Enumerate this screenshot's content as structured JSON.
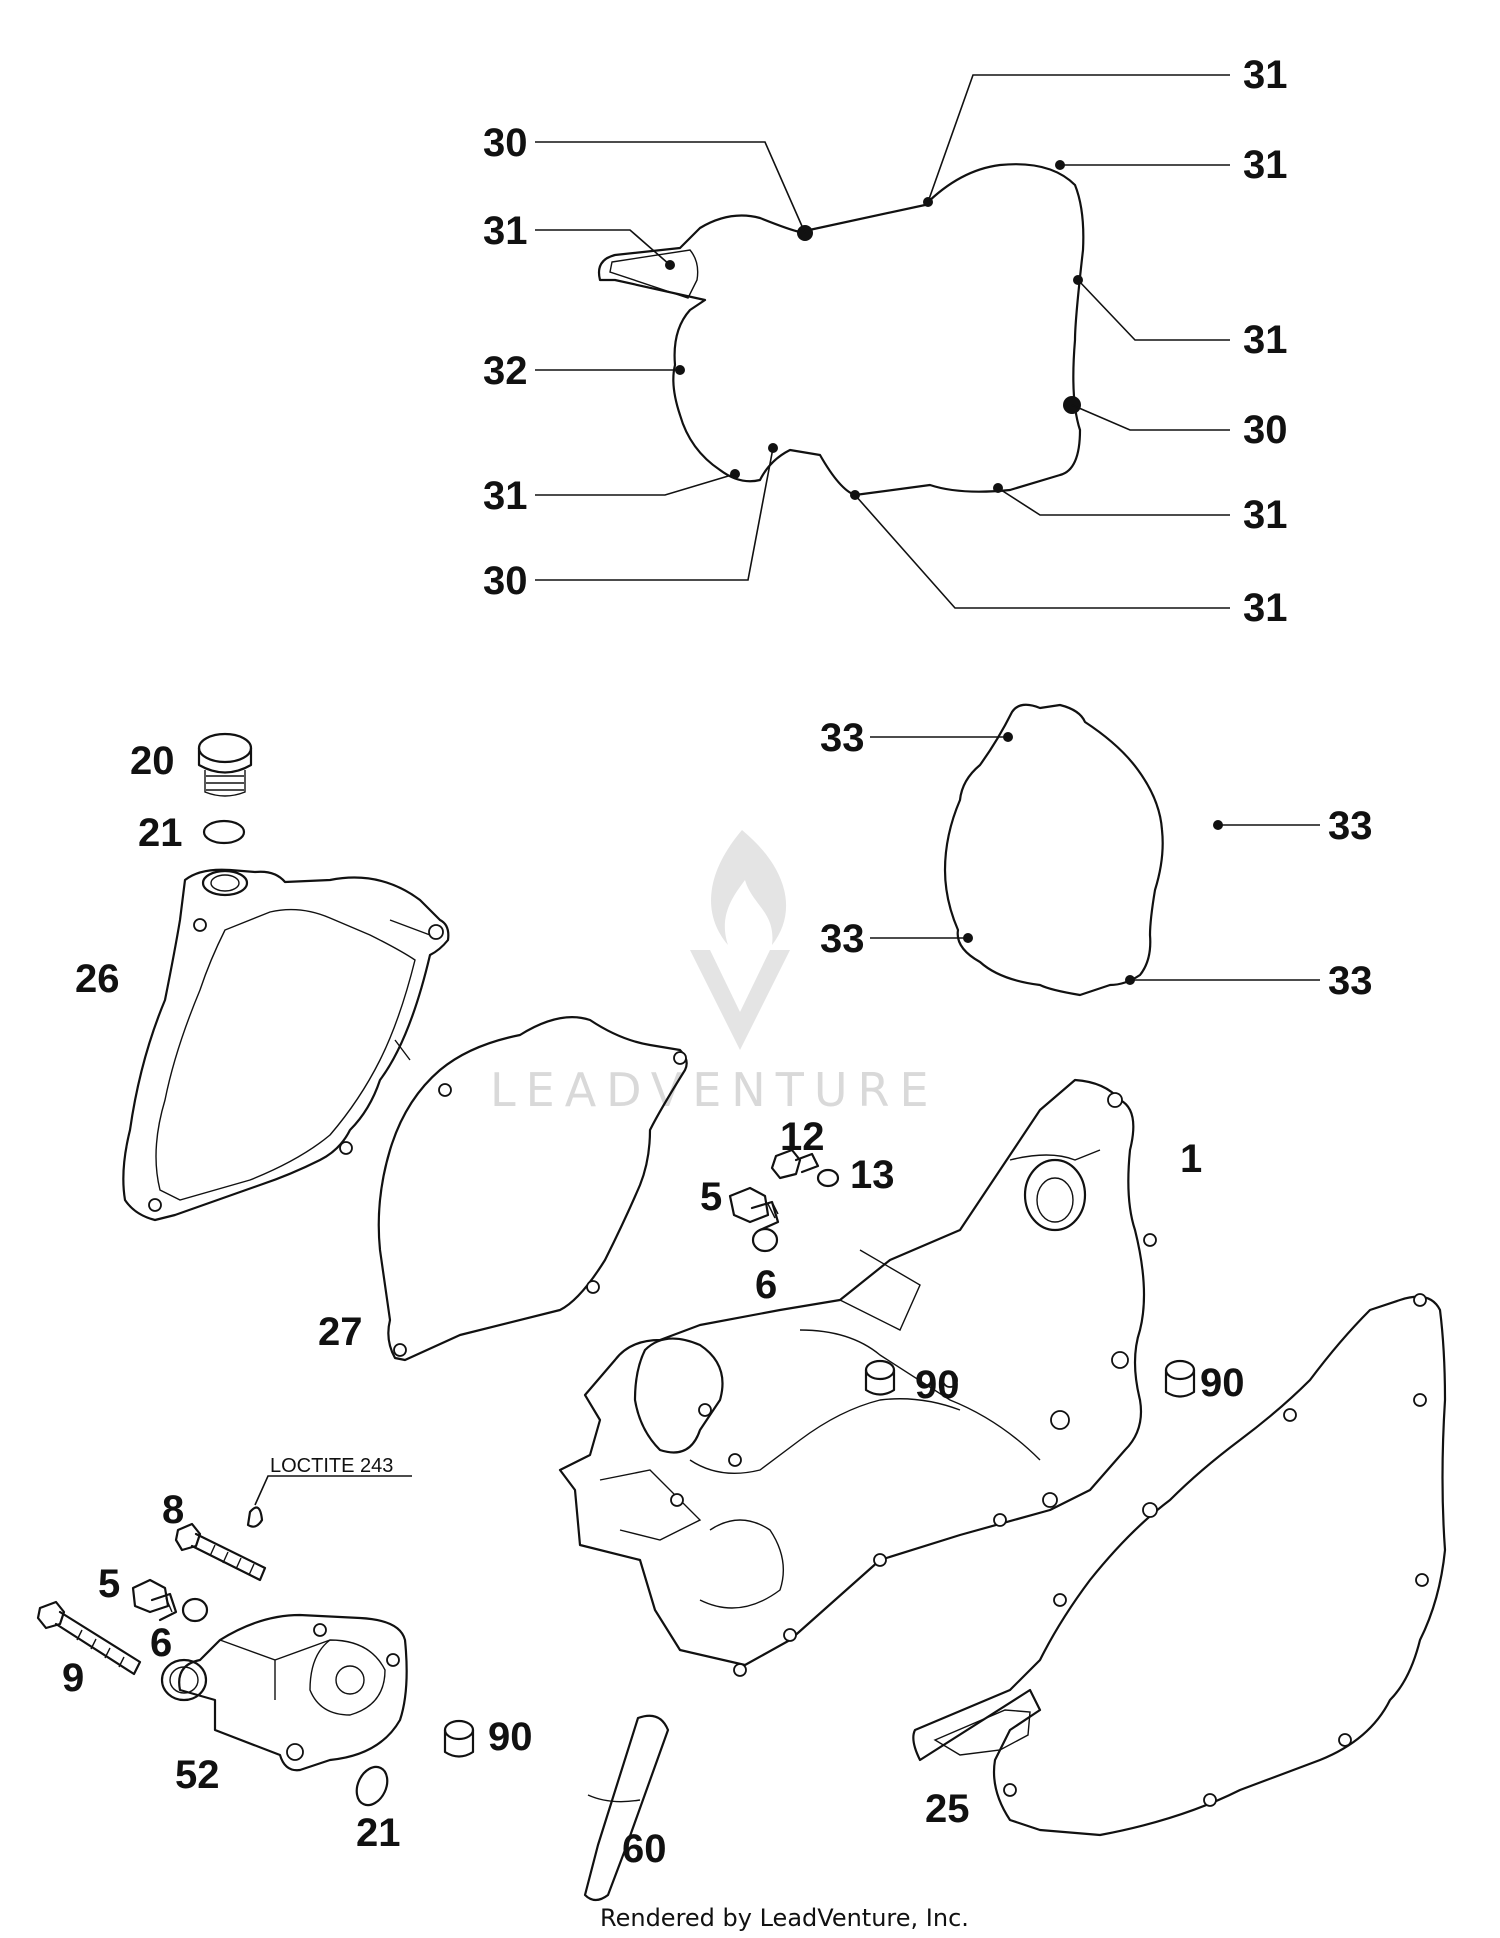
{
  "watermark": {
    "brand": "LEADVENTURE"
  },
  "footer": {
    "credit": "Rendered by LeadVenture, Inc."
  },
  "note": {
    "loctite": "LOCTITE 243"
  },
  "callouts": {
    "c31_a": "31",
    "c31_b": "31",
    "c30_a": "30",
    "c31_c": "31",
    "c31_d": "31",
    "c32": "32",
    "c30_b": "30",
    "c31_e": "31",
    "c31_f": "31",
    "c30_c": "30",
    "c31_g": "31",
    "c20": "20",
    "c21_a": "21",
    "c26": "26",
    "c27": "27",
    "c33_a": "33",
    "c33_b": "33",
    "c33_c": "33",
    "c33_d": "33",
    "c12": "12",
    "c13": "13",
    "c5_a": "5",
    "c6_a": "6",
    "c1": "1",
    "c90_a": "90",
    "c90_b": "90",
    "c90_c": "90",
    "c8": "8",
    "c5_b": "5",
    "c6_b": "6",
    "c9": "9",
    "c52": "52",
    "c21_b": "21",
    "c60": "60",
    "c25": "25"
  },
  "colors": {
    "line": "#111111",
    "watermark": "#d9d9d9",
    "background": "#ffffff"
  }
}
